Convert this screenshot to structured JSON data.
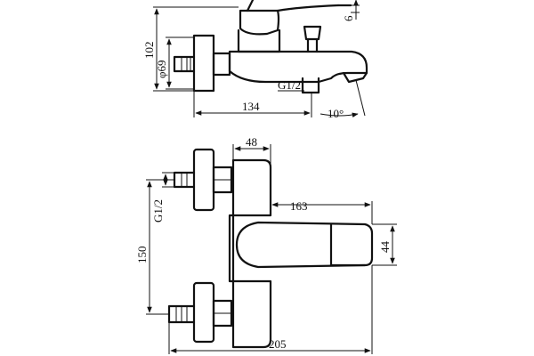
{
  "top_view": {
    "dim_6": "6",
    "dim_102": "102",
    "dim_diameter": "φ69",
    "dim_thread": "G1/2",
    "dim_134": "134",
    "dim_angle": "10°"
  },
  "front_view": {
    "dim_48": "48",
    "dim_thread": "G1/2",
    "dim_163": "163",
    "dim_44": "44",
    "dim_150": "150",
    "dim_205": "205"
  }
}
